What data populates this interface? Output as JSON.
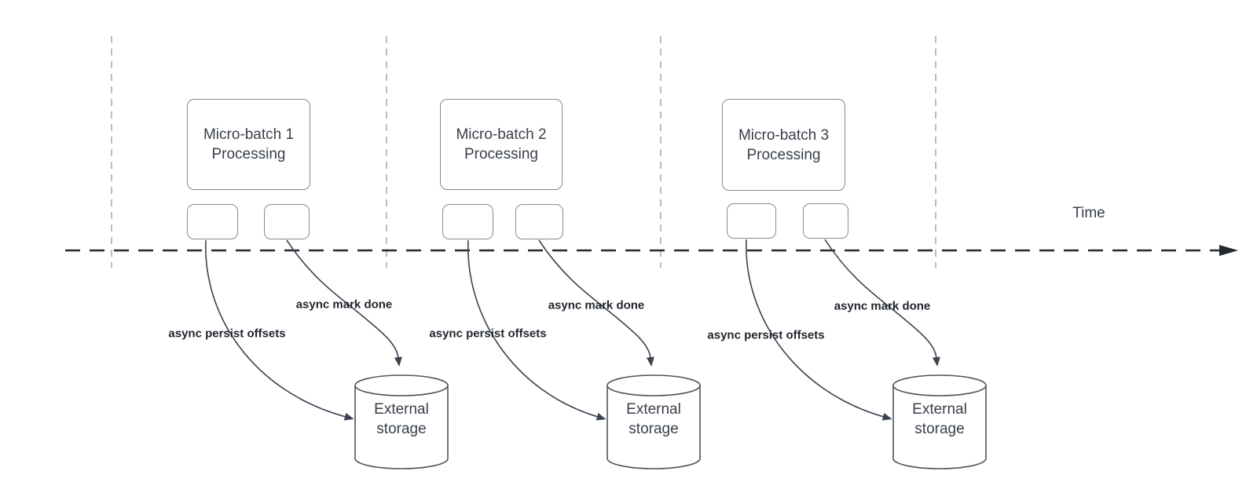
{
  "diagram": {
    "time_axis_label": "Time",
    "groups": [
      {
        "process_label": "Micro-batch 1\nProcessing",
        "persist_label": "async persist offsets",
        "mark_done_label": "async mark done",
        "storage_label": "External\nstorage"
      },
      {
        "process_label": "Micro-batch 2\nProcessing",
        "persist_label": "async persist offsets",
        "mark_done_label": "async mark done",
        "storage_label": "External\nstorage"
      },
      {
        "process_label": "Micro-batch 3\nProcessing",
        "persist_label": "async persist offsets",
        "mark_done_label": "async mark done",
        "storage_label": "External\nstorage"
      }
    ]
  },
  "colors": {
    "vline-color": "#aaacae",
    "timeline-color": "#24282f",
    "box-border": "#838a93",
    "cylinder-border": "#4e555f",
    "arrow-color": "#3b4350",
    "node-text": "#383f4a",
    "label-text": "#1f242c"
  }
}
